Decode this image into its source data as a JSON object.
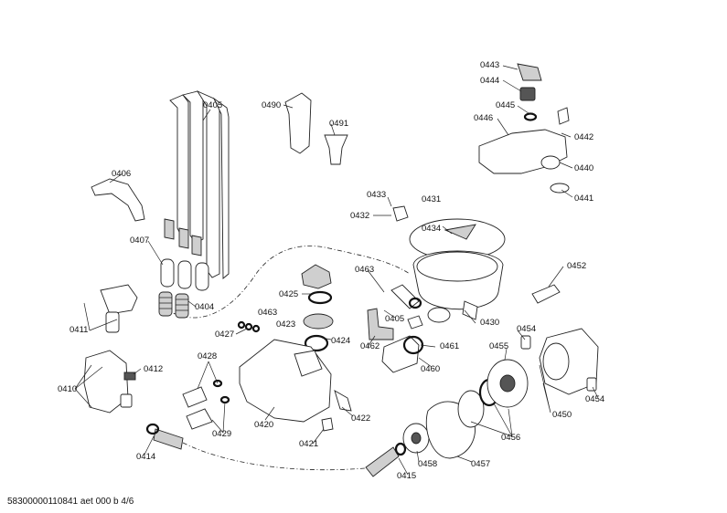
{
  "labels": {
    "p0405a": "0405",
    "p0490": "0490",
    "p0491": "0491",
    "p0443": "0443",
    "p0444": "0444",
    "p0445": "0445",
    "p0446": "0446",
    "p0442": "0442",
    "p0440": "0440",
    "p0441": "0441",
    "p0406": "0406",
    "p0433": "0433",
    "p0431": "0431",
    "p0432": "0432",
    "p0434": "0434",
    "p0407": "0407",
    "p0463a": "0463",
    "p0452": "0452",
    "p0425": "0425",
    "p0463b": "0463",
    "p0404": "0404",
    "p0405b": "0405",
    "p0430": "0430",
    "p0423": "0423",
    "p0411": "0411",
    "p0427": "0427",
    "p0424": "0424",
    "p0462": "0462",
    "p0461": "0461",
    "p0454a": "0454",
    "p0455": "0455",
    "p0428": "0428",
    "p0460": "0460",
    "p0412": "0412",
    "p0410": "0410",
    "p0454b": "0454",
    "p0450": "0450",
    "p0422": "0422",
    "p0420": "0420",
    "p0429": "0429",
    "p0456": "0456",
    "p0421": "0421",
    "p0414": "0414",
    "p0458": "0458",
    "p0457": "0457",
    "p0415": "0415"
  },
  "footer": "58300000110841 aet 000 b 4/6"
}
